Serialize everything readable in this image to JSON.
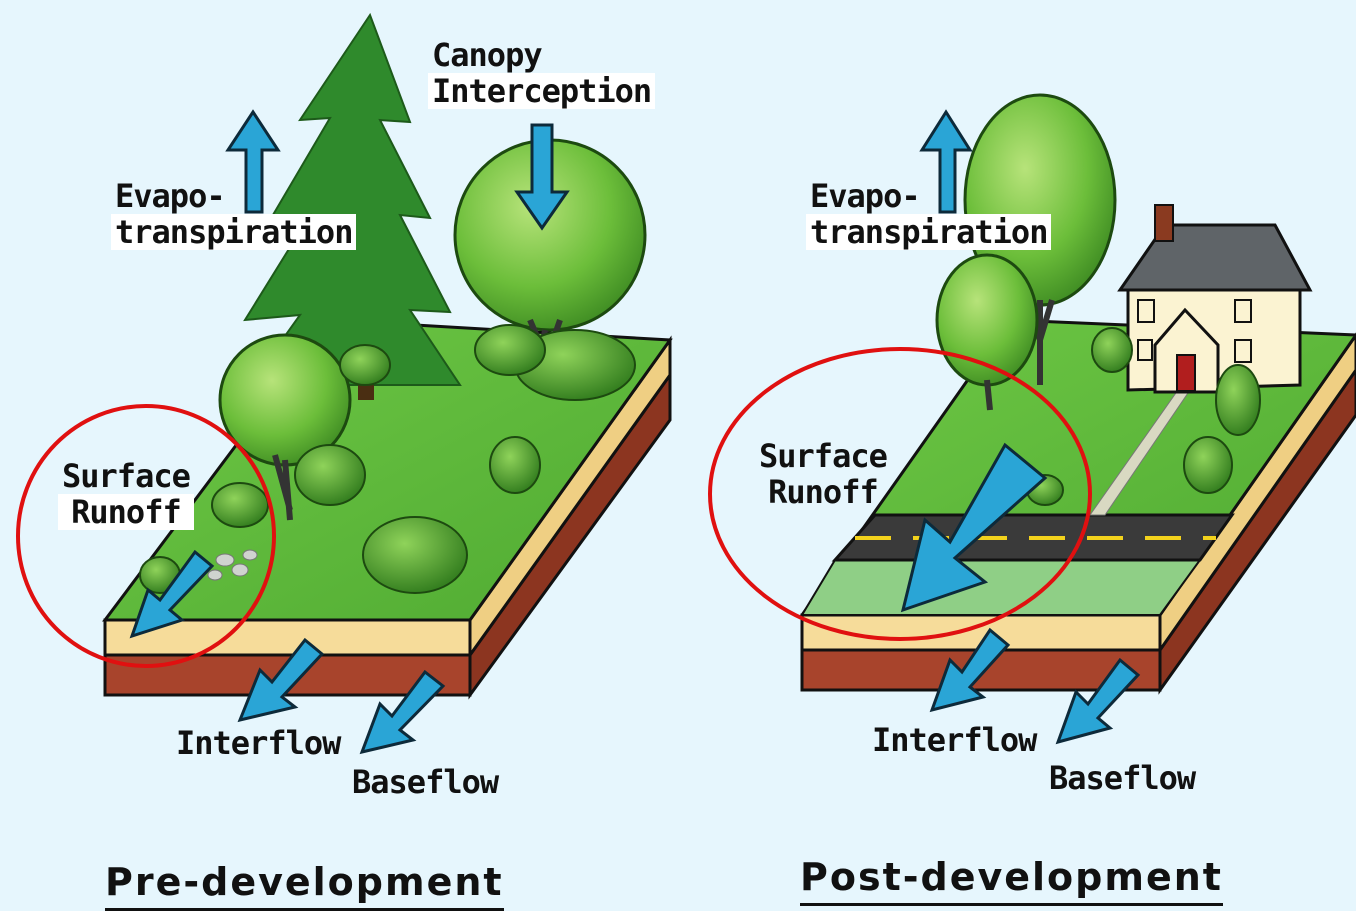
{
  "pre": {
    "evap": [
      "Evapo-",
      "transpiration"
    ],
    "canopy": [
      "Canopy",
      "Interception"
    ],
    "surface": [
      "Surface",
      "Runoff"
    ],
    "interflow": "Interflow",
    "baseflow": "Baseflow",
    "caption": "Pre-development"
  },
  "post": {
    "evap": [
      "Evapo-",
      "transpiration"
    ],
    "surface": [
      "Surface",
      "Runoff"
    ],
    "interflow": "Interflow",
    "baseflow": "Baseflow",
    "caption": "Post-development"
  },
  "colors": {
    "background": "#e6f6fd",
    "grass": "#5cba3c",
    "topsoil": "#f6dc9a",
    "subsoil": "#a8442c",
    "arrow": "#2aa5d6",
    "highlight_circle": "#e01010"
  },
  "icons": [
    "evergreen-tree-icon",
    "deciduous-tree-icon",
    "shrub-icon",
    "house-icon",
    "road-icon",
    "flow-arrow-icon"
  ]
}
